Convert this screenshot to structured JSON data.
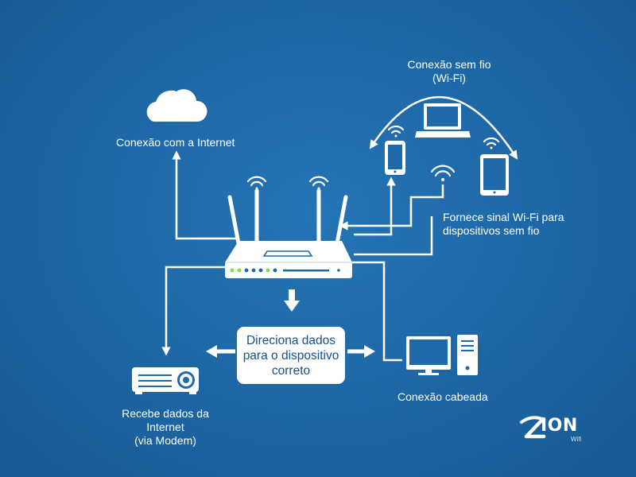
{
  "labels": {
    "internet": "Conexão com a Internet",
    "wireless_line1": "Conexão sem fio",
    "wireless_line2": "(Wi-Fi)",
    "wifi_signal_line1": "Fornece sinal Wi-Fi para",
    "wifi_signal_line2": "dispositivos sem fio",
    "center_line1": "Direciona dados",
    "center_line2": "para o dispositivo",
    "center_line3": "correto",
    "modem_line1": "Recebe dados da",
    "modem_line2": "Internet",
    "modem_line3": "(via Modem)",
    "wired": "Conexão cabeada"
  },
  "logo": {
    "name": "ION",
    "sub": "Wifi"
  },
  "colors": {
    "background": "#1f6aa8",
    "foreground": "#ffffff",
    "led_green": "#7ed957",
    "led_blue": "#1d66a4",
    "box_text": "#15508a"
  },
  "icons": [
    "cloud-icon",
    "router-icon",
    "laptop-icon",
    "smartphone-icon",
    "tablet-icon",
    "desktop-monitor-icon",
    "pc-tower-icon",
    "projector-modem-icon",
    "wifi-signal-icon"
  ]
}
